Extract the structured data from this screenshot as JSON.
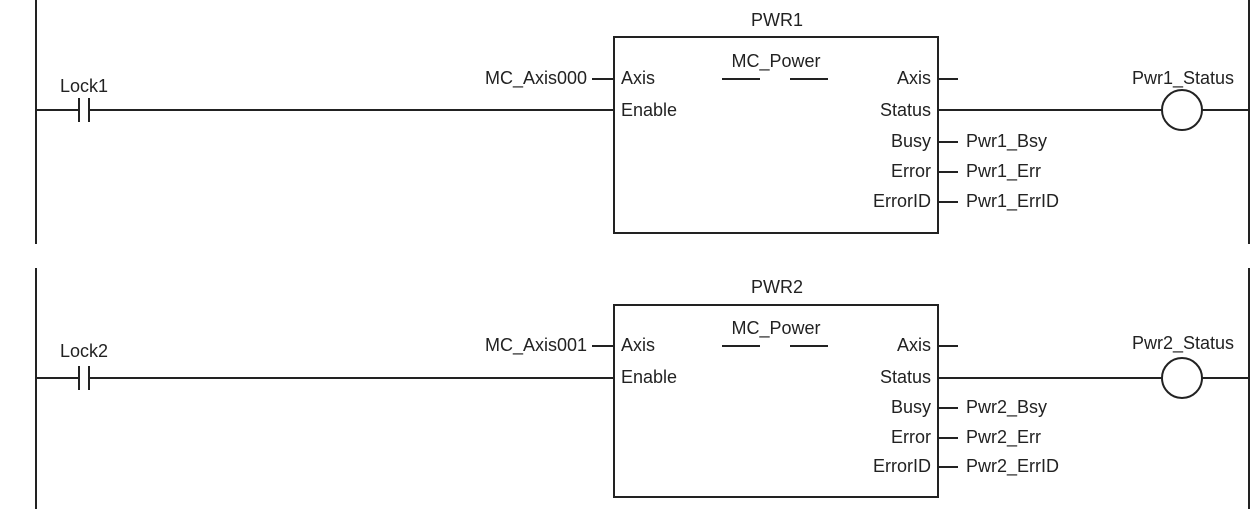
{
  "rungs": [
    {
      "instance": "PWR1",
      "function_block": "MC_Power",
      "contact": "Lock1",
      "axis_variable": "MC_Axis000",
      "coil": "Pwr1_Status",
      "inputs": [
        "Axis",
        "Enable"
      ],
      "outputs": [
        "Axis",
        "Status",
        "Busy",
        "Error",
        "ErrorID"
      ],
      "busy_variable": "Pwr1_Bsy",
      "error_variable": "Pwr1_Err",
      "errorid_variable": "Pwr1_ErrID"
    },
    {
      "instance": "PWR2",
      "function_block": "MC_Power",
      "contact": "Lock2",
      "axis_variable": "MC_Axis001",
      "coil": "Pwr2_Status",
      "inputs": [
        "Axis",
        "Enable"
      ],
      "outputs": [
        "Axis",
        "Status",
        "Busy",
        "Error",
        "ErrorID"
      ],
      "busy_variable": "Pwr2_Bsy",
      "error_variable": "Pwr2_Err",
      "errorid_variable": "Pwr2_ErrID"
    }
  ]
}
